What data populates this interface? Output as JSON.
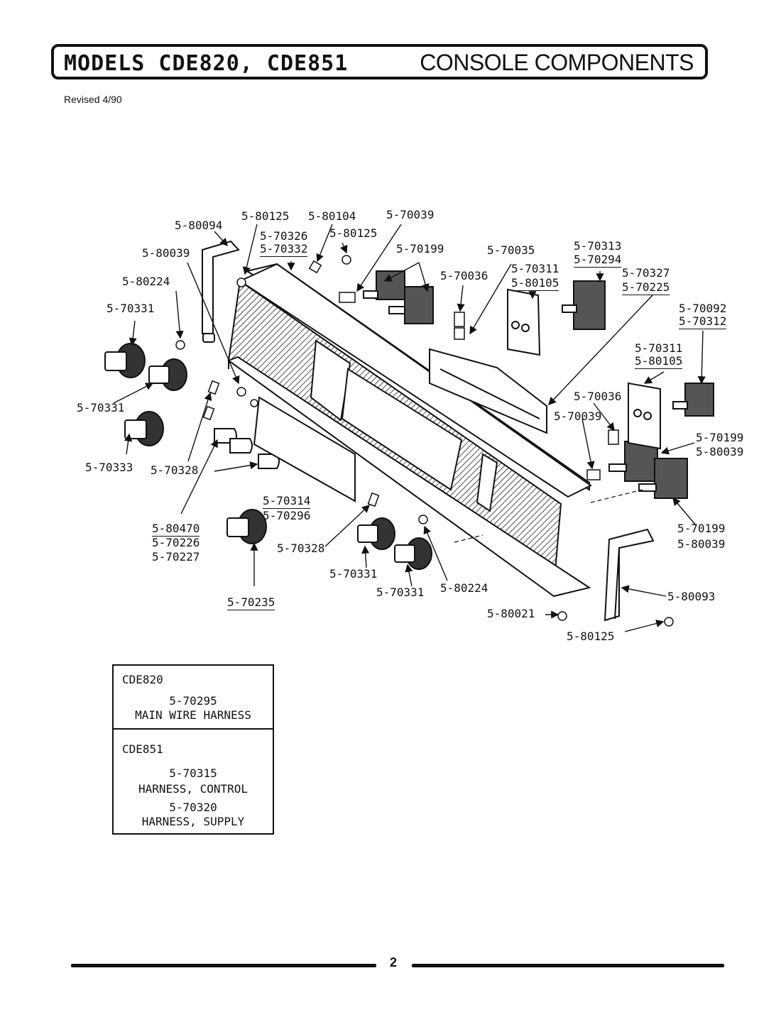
{
  "header": {
    "models": "MODELS CDE820, CDE851",
    "title": "CONSOLE COMPONENTS"
  },
  "revised": "Revised 4/90",
  "labels": {
    "l01": "5-80094",
    "l02": "5-80125",
    "l03": "5-80104",
    "l04": "5-70039",
    "l05": "5-70326",
    "l06": "5-70332",
    "l07": "5-80125",
    "l08": "5-80039",
    "l09": "5-70199",
    "l10": "5-70035",
    "l11": "5-70313",
    "l12": "5-70294",
    "l13": "5-80224",
    "l14": "5-70036",
    "l15": "5-70311",
    "l16": "5-80105",
    "l17": "5-70327",
    "l18": "5-70225",
    "l19": "5-70331",
    "l20": "5-70092",
    "l21": "5-70312",
    "l22": "5-70311",
    "l23": "5-80105",
    "l24": "5-70331",
    "l25": "5-70036",
    "l26": "5-70039",
    "l27": "5-70199",
    "l28": "5-80039",
    "l29": "5-70333",
    "l30": "5-70328",
    "l31": "5-70314",
    "l32": "5-70296",
    "l33": "5-80470",
    "l34": "5-70226",
    "l35": "5-70227",
    "l36": "5-70328",
    "l37": "5-70199",
    "l38": "5-80039",
    "l39": "5-70331",
    "l40": "5-70331",
    "l41": "5-80224",
    "l42": "5-80093",
    "l43": "5-70235",
    "l44": "5-80021",
    "l45": "5-80125"
  },
  "harness_box": {
    "cde820": {
      "model": "CDE820",
      "part": "5-70295",
      "name": "MAIN WIRE HARNESS"
    },
    "cde851": {
      "model": "CDE851",
      "part1": "5-70315",
      "name1": "HARNESS, CONTROL",
      "part2": "5-70320",
      "name2": "HARNESS, SUPPLY"
    }
  },
  "footer": {
    "page_number": "2"
  }
}
